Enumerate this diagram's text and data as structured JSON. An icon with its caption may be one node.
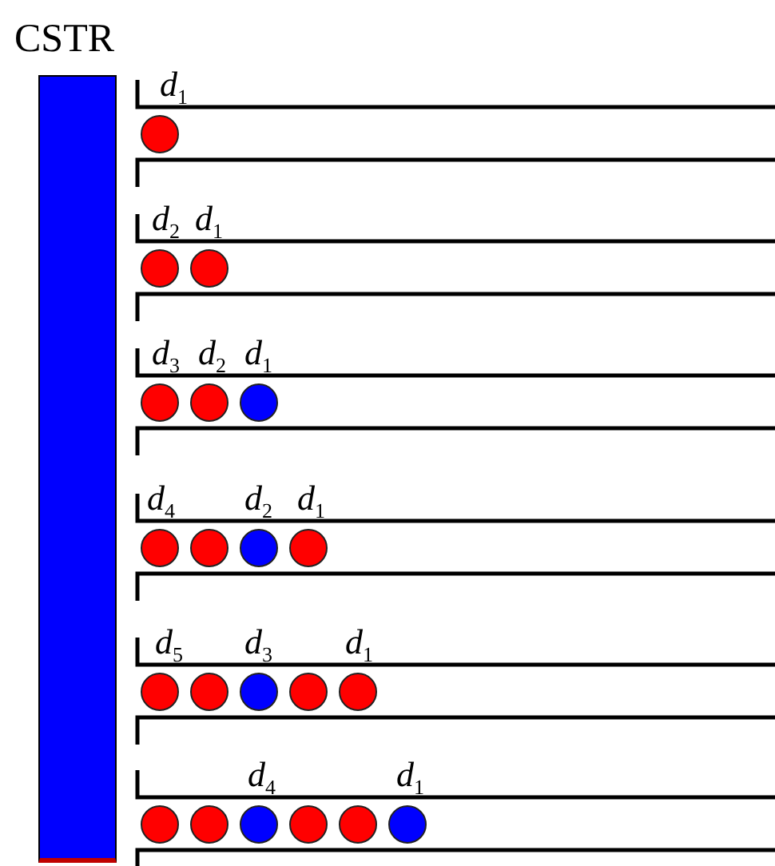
{
  "diagram": {
    "nodes": [
      {
        "text": [
          "CSTR"
        ]
      }
    ],
    "labels": [
      "*d*$_{1}$",
      "*d*$_{2}$",
      "*d*$_{1}$",
      "*d*$_{3}$",
      "*d*$_{2}$",
      "*d*$_{1}$",
      "*d*$_{4}$",
      "*d*$_{2}$",
      "*d*$_{1}$",
      "*d*$_{5}$",
      "*d*$_{3}$",
      "*d*$_{1}$",
      "*d*$_{4}$",
      "*d*$_{1}$"
    ]
  }
}
